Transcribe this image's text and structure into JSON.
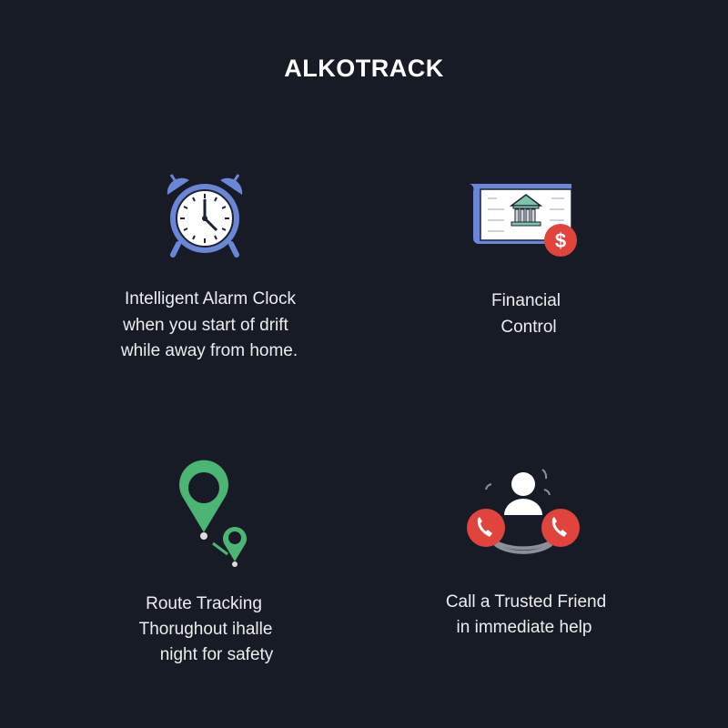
{
  "header": {
    "title": "ALKOTRACK"
  },
  "features": [
    {
      "icon": "alarm-clock-icon",
      "lines": [
        "Intelligent Alarm Clock",
        "when you start of drift",
        "while away from home."
      ]
    },
    {
      "icon": "bank-check-icon",
      "lines": [
        "Financial",
        "Control"
      ]
    },
    {
      "icon": "location-pin-icon",
      "lines": [
        "Route Tracking",
        "Thorughout ihalle",
        "night for safety"
      ]
    },
    {
      "icon": "call-friend-icon",
      "lines": [
        "Call a Trusted Friend",
        "in immediate help"
      ]
    }
  ],
  "colors": {
    "background": "#161b26",
    "blue": "#6b86d6",
    "green": "#4cb574",
    "red": "#e0443c",
    "teal": "#7fc3a8"
  }
}
